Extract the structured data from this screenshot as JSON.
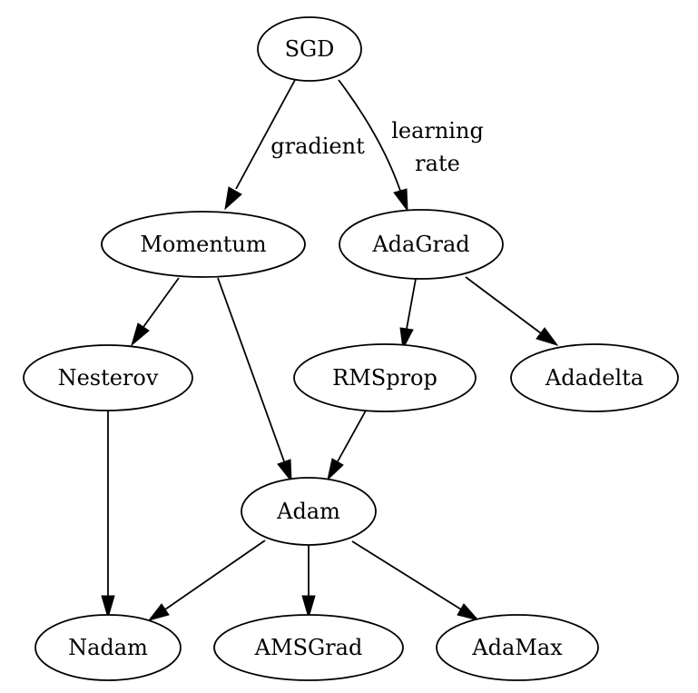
{
  "nodes": {
    "sgd": "SGD",
    "momentum": "Momentum",
    "adagrad": "AdaGrad",
    "nesterov": "Nesterov",
    "rmsprop": "RMSprop",
    "adadelta": "Adadelta",
    "adam": "Adam",
    "nadam": "Nadam",
    "amsgrad": "AMSGrad",
    "adamax": "AdaMax"
  },
  "edges": [
    {
      "from": "SGD",
      "to": "Momentum",
      "label": "gradient"
    },
    {
      "from": "SGD",
      "to": "AdaGrad",
      "label": "learning rate"
    },
    {
      "from": "Momentum",
      "to": "Nesterov",
      "label": ""
    },
    {
      "from": "Momentum",
      "to": "Adam",
      "label": ""
    },
    {
      "from": "AdaGrad",
      "to": "RMSprop",
      "label": ""
    },
    {
      "from": "AdaGrad",
      "to": "Adadelta",
      "label": ""
    },
    {
      "from": "RMSprop",
      "to": "Adam",
      "label": ""
    },
    {
      "from": "Nesterov",
      "to": "Nadam",
      "label": ""
    },
    {
      "from": "Adam",
      "to": "Nadam",
      "label": ""
    },
    {
      "from": "Adam",
      "to": "AMSGrad",
      "label": ""
    },
    {
      "from": "Adam",
      "to": "AdaMax",
      "label": ""
    }
  ],
  "edge_labels": {
    "gradient": "gradient",
    "learning_line1": "learning",
    "learning_line2": "rate"
  }
}
